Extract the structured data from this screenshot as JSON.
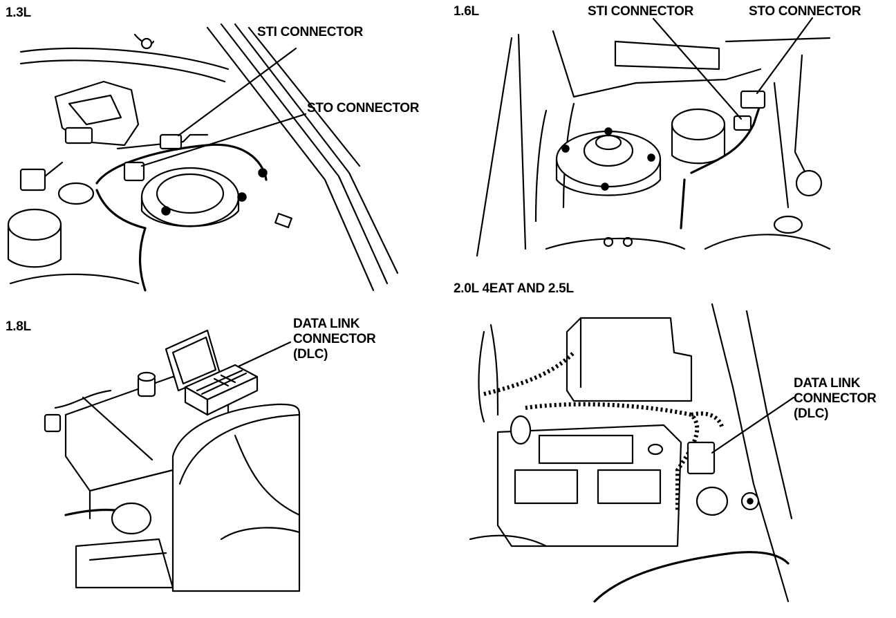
{
  "panels": [
    {
      "id": "1.3L",
      "title": "1.3L",
      "callouts": [
        "STI CONNECTOR",
        "STO CONNECTOR"
      ]
    },
    {
      "id": "1.6L",
      "title": "1.6L",
      "callouts": [
        "STI CONNECTOR",
        "STO CONNECTOR"
      ]
    },
    {
      "id": "1.8L",
      "title": "1.8L",
      "callouts": [
        "DATA LINK\nCONNECTOR\n(DLC)"
      ]
    },
    {
      "id": "2.0L",
      "title": "2.0L 4EAT AND 2.5L",
      "callouts": [
        "DATA LINK\nCONNECTOR\n(DLC)"
      ]
    }
  ]
}
